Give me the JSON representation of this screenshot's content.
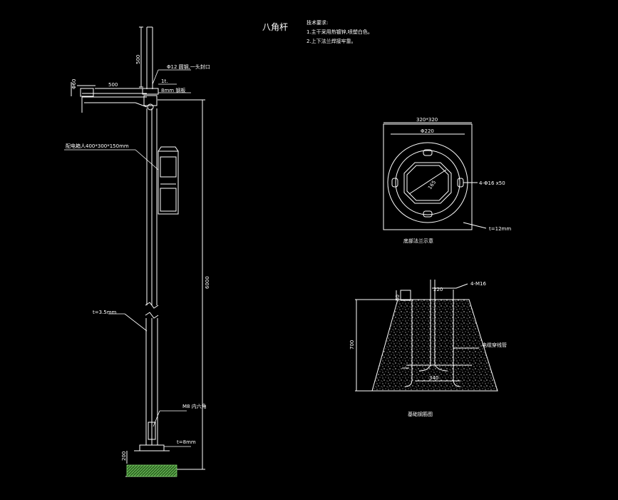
{
  "title": "八角杆",
  "notes": {
    "heading": "技术要求:",
    "lines": [
      "1.主干采用热镀锌,喷塑白色。",
      "2.上下法兰焊接牢靠。"
    ]
  },
  "pole": {
    "top_height": "500",
    "arm_length": "500",
    "lamp_dim": "Φ60",
    "top_dia": "Φ12 圆钢,一头封口",
    "cap_label": "1t.",
    "ring_label": "8mm 钢板",
    "box_label": "配电箱人400*300*150mm",
    "total_height": "6000",
    "wall_thickness": "t=3.5mm",
    "door_label": "M8 内六角",
    "flange_thickness": "t=8mm",
    "base_height": "200"
  },
  "flange_plan": {
    "size": "320*320",
    "circle_dia": "Φ220",
    "diag": "165",
    "bolt_holes": "4-Φ16 x50",
    "thickness": "t=12mm",
    "caption": "底部法兰示意"
  },
  "foundation": {
    "bolts": "4-M16",
    "top_offset": "50",
    "depth": "700",
    "bolt_spacing": "220",
    "base_width": "340",
    "conduit": "电缆穿线管",
    "caption": "基础钢筋图"
  },
  "colors": {
    "line": "#ffffff",
    "concrete": "#e8e8e8",
    "base_hatch": "#7fd16a"
  }
}
